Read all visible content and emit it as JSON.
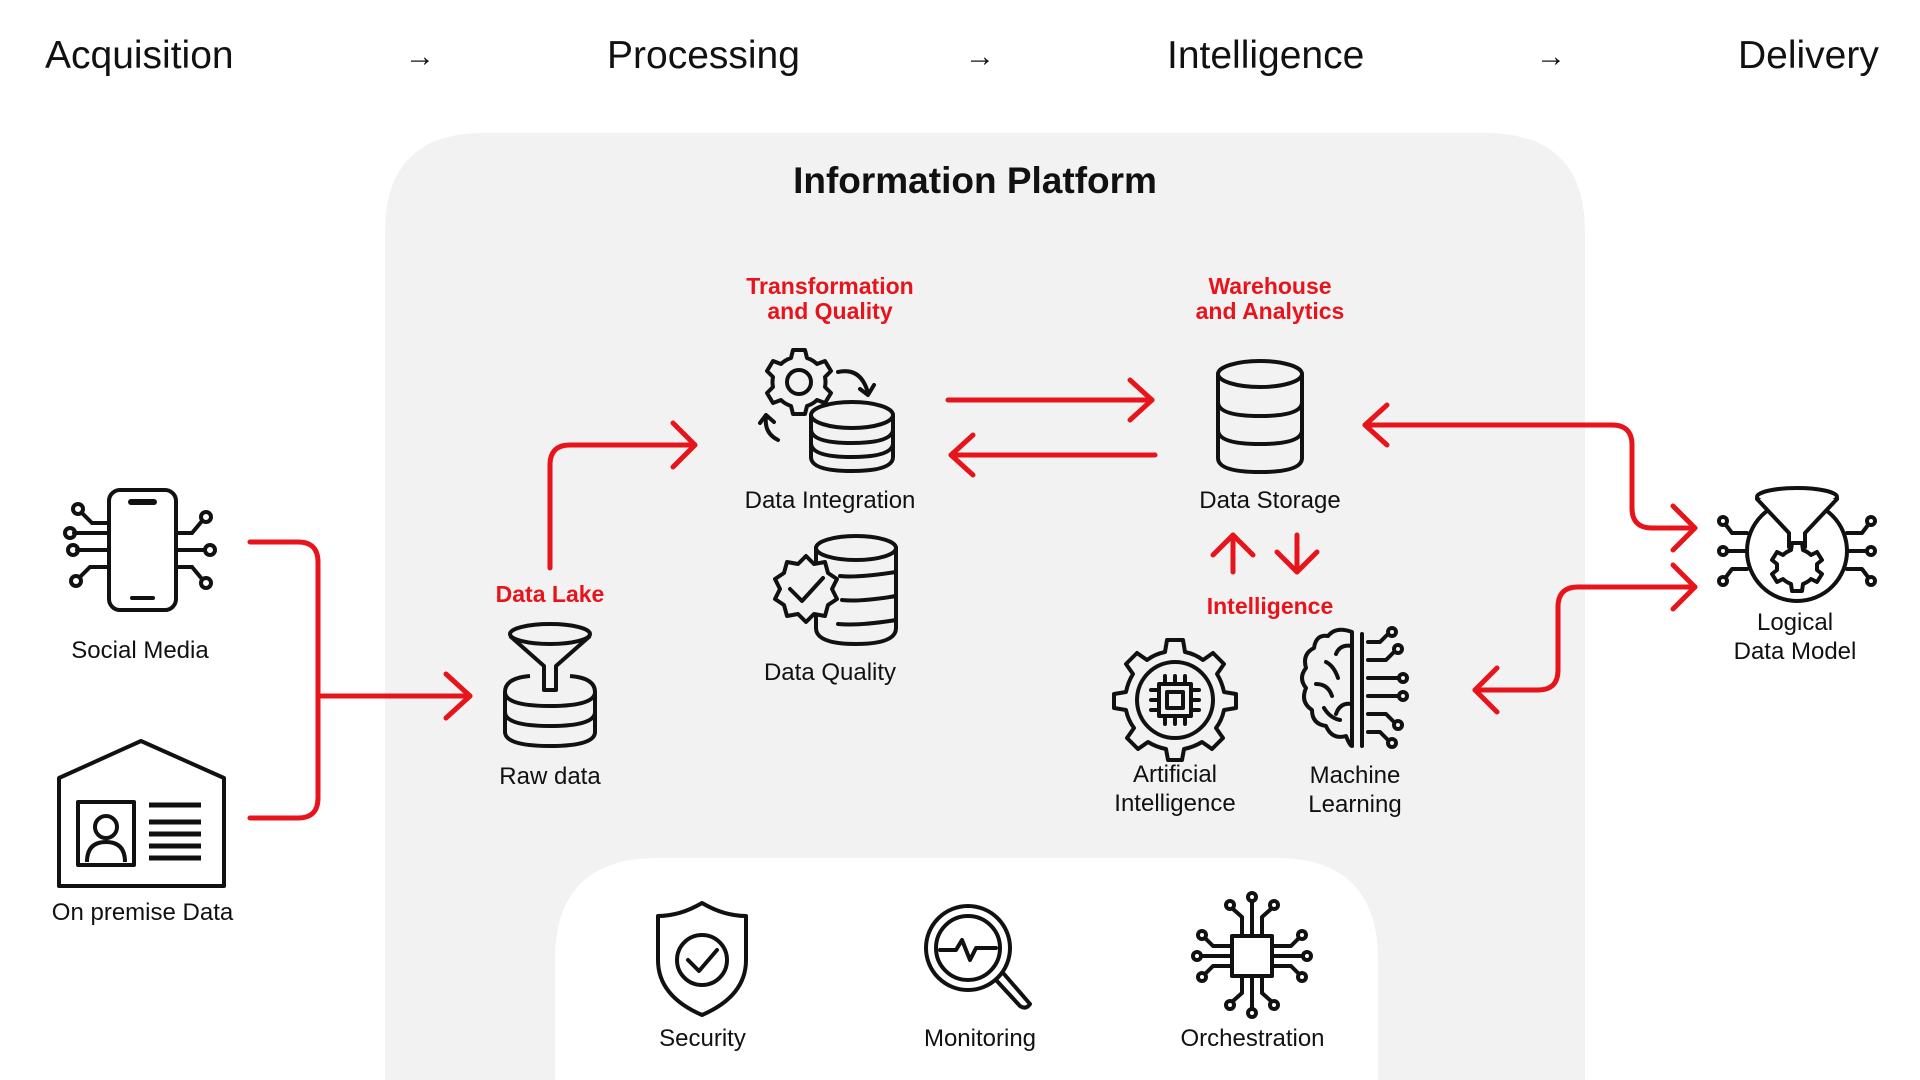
{
  "stages": [
    {
      "label": "Acquisition"
    },
    {
      "label": "Processing"
    },
    {
      "label": "Intelligence"
    },
    {
      "label": "Delivery"
    }
  ],
  "stage_arrow": "→",
  "platform": {
    "title": "Information Platform"
  },
  "sources": {
    "social_media": "Social Media",
    "on_premise": "On premise Data"
  },
  "data_lake": {
    "header": "Data Lake",
    "caption": "Raw data"
  },
  "transformation": {
    "header": "Transformation\nand Quality",
    "integration": "Data Integration",
    "quality": "Data Quality"
  },
  "warehouse": {
    "header": "Warehouse\nand Analytics",
    "storage": "Data Storage"
  },
  "intelligence": {
    "header": "Intelligence",
    "ai": "Artificial\nIntelligence",
    "ml": "Machine\nLearning"
  },
  "delivery": {
    "caption": "Logical\nData Model"
  },
  "foundation": {
    "security": "Security",
    "monitoring": "Monitoring",
    "orchestration": "Orchestration"
  },
  "colors": {
    "accent": "#e8141c",
    "panel": "#f2f2f2",
    "panel_inner": "#ffffff",
    "ink": "#111111"
  }
}
